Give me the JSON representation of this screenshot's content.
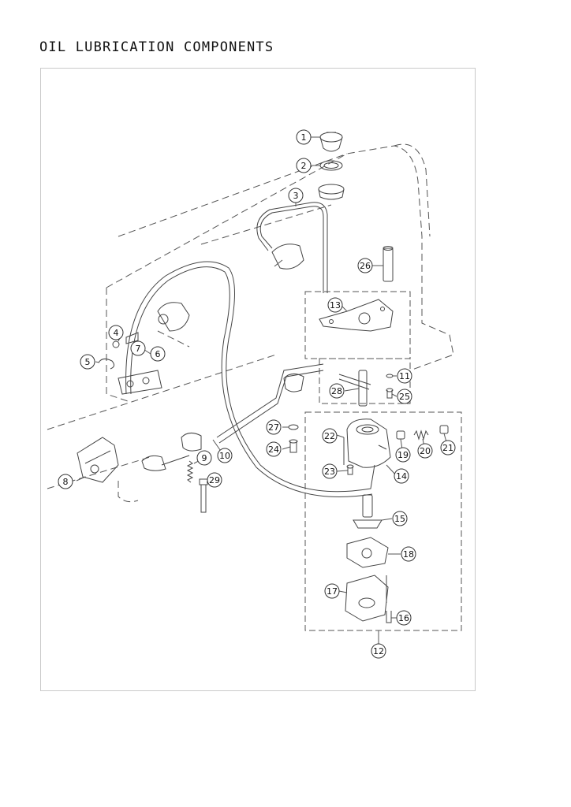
{
  "page": {
    "title": "OIL LUBRICATION COMPONENTS"
  },
  "callouts": [
    {
      "id": "c1",
      "label": "1"
    },
    {
      "id": "c2",
      "label": "2"
    },
    {
      "id": "c3",
      "label": "3"
    },
    {
      "id": "c4",
      "label": "4"
    },
    {
      "id": "c5",
      "label": "5"
    },
    {
      "id": "c6",
      "label": "6"
    },
    {
      "id": "c7",
      "label": "7"
    },
    {
      "id": "c8",
      "label": "8"
    },
    {
      "id": "c9",
      "label": "9"
    },
    {
      "id": "c10",
      "label": "10"
    },
    {
      "id": "c11",
      "label": "11"
    },
    {
      "id": "c12",
      "label": "12"
    },
    {
      "id": "c13",
      "label": "13"
    },
    {
      "id": "c14",
      "label": "14"
    },
    {
      "id": "c15",
      "label": "15"
    },
    {
      "id": "c16",
      "label": "16"
    },
    {
      "id": "c17",
      "label": "17"
    },
    {
      "id": "c18",
      "label": "18"
    },
    {
      "id": "c19",
      "label": "19"
    },
    {
      "id": "c20",
      "label": "20"
    },
    {
      "id": "c21",
      "label": "21"
    },
    {
      "id": "c22",
      "label": "22"
    },
    {
      "id": "c23",
      "label": "23"
    },
    {
      "id": "c24",
      "label": "24"
    },
    {
      "id": "c25",
      "label": "25"
    },
    {
      "id": "c26",
      "label": "26"
    },
    {
      "id": "c27",
      "label": "27"
    },
    {
      "id": "c28",
      "label": "28"
    },
    {
      "id": "c29",
      "label": "29"
    }
  ]
}
